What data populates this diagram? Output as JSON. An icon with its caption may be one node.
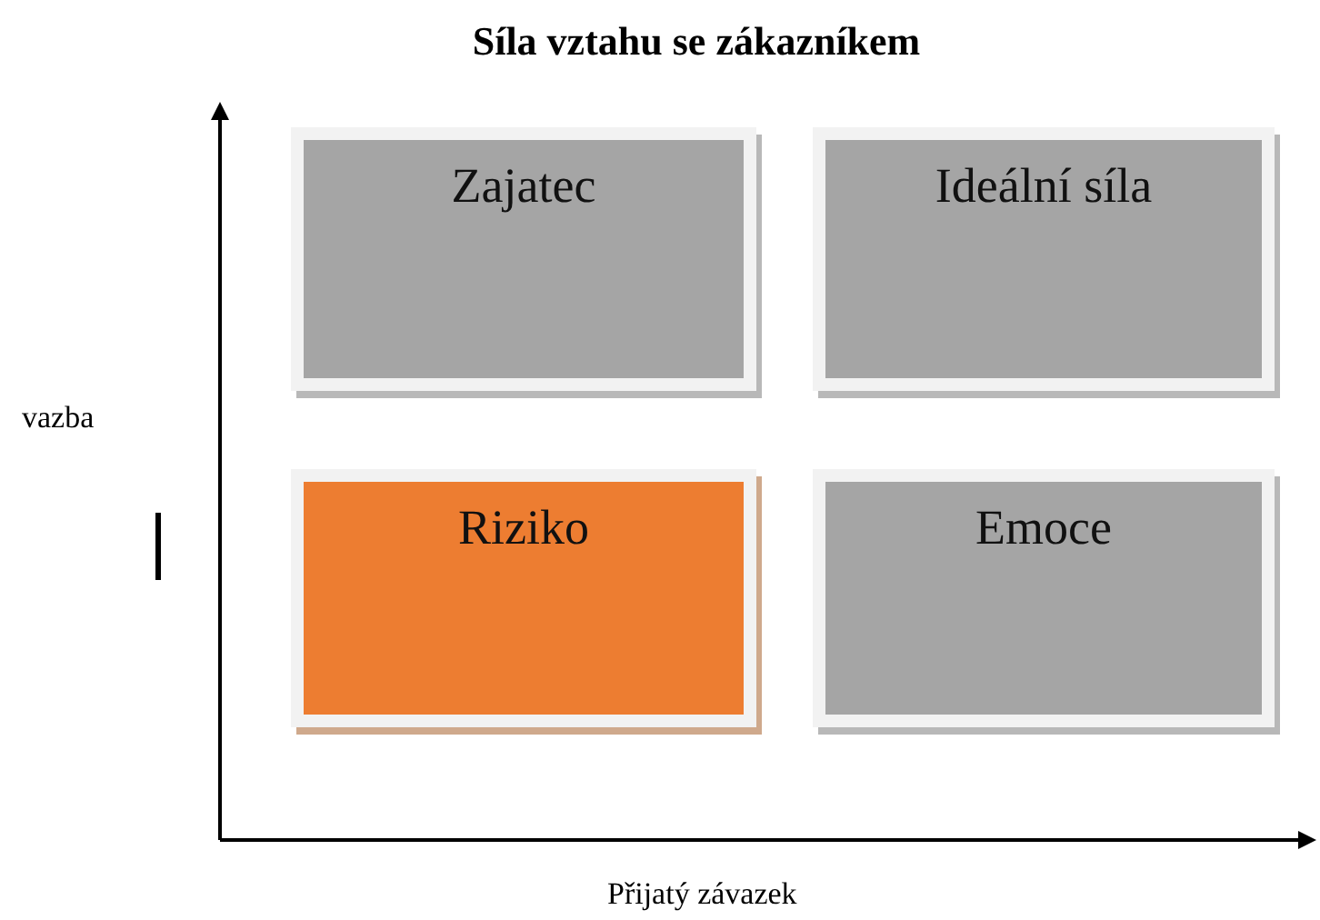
{
  "diagram": {
    "title": "Síla vztahu se zákazníkem",
    "nodes": [
      {
        "text": [
          "Zajatec"
        ]
      },
      {
        "text": [
          "Ideální síla"
        ]
      },
      {
        "text": [
          "Riziko"
        ]
      },
      {
        "text": [
          "Emoce"
        ]
      }
    ],
    "labels": [
      "vazba",
      "Přijatý závazek"
    ]
  }
}
